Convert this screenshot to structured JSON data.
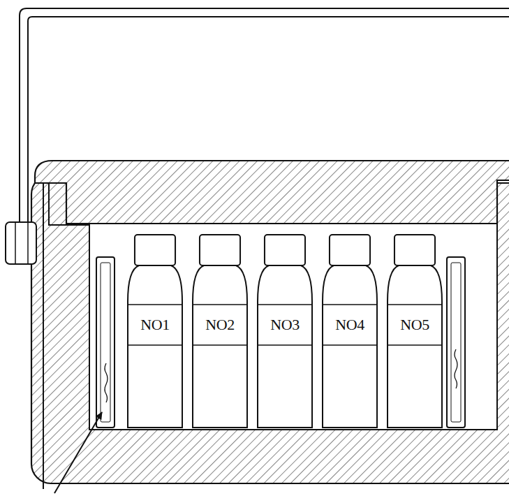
{
  "diagram": {
    "nodes": [
      {
        "text": [
          "NO1"
        ]
      },
      {
        "text": [
          "NO2"
        ]
      },
      {
        "text": [
          "NO3"
        ]
      },
      {
        "text": [
          "NO4"
        ]
      },
      {
        "text": [
          "NO5"
        ]
      }
    ]
  }
}
